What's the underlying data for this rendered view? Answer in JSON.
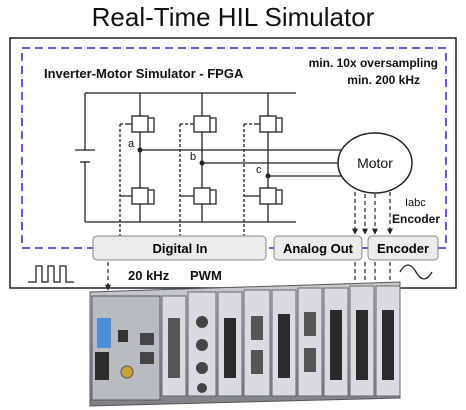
{
  "title": "Real-Time HIL Simulator",
  "fpga_label": "Inverter-Motor Simulator - FPGA",
  "oversampling_line1": "min. 10x oversampling",
  "oversampling_line2": "min. 200 kHz",
  "node_a": "a",
  "node_b": "b",
  "node_c": "c",
  "motor_label": "Motor",
  "iabc_label": "Iabc",
  "encoder_side_label": "Encoder",
  "blocks": {
    "digital_in": "Digital In",
    "analog_out": "Analog Out",
    "encoder": "Encoder"
  },
  "freq_label": "20 kHz",
  "pwm_label": "PWM",
  "colors": {
    "frame_dash": "#2a2ad0",
    "block_fill": "#ececec",
    "line": "#222222"
  }
}
